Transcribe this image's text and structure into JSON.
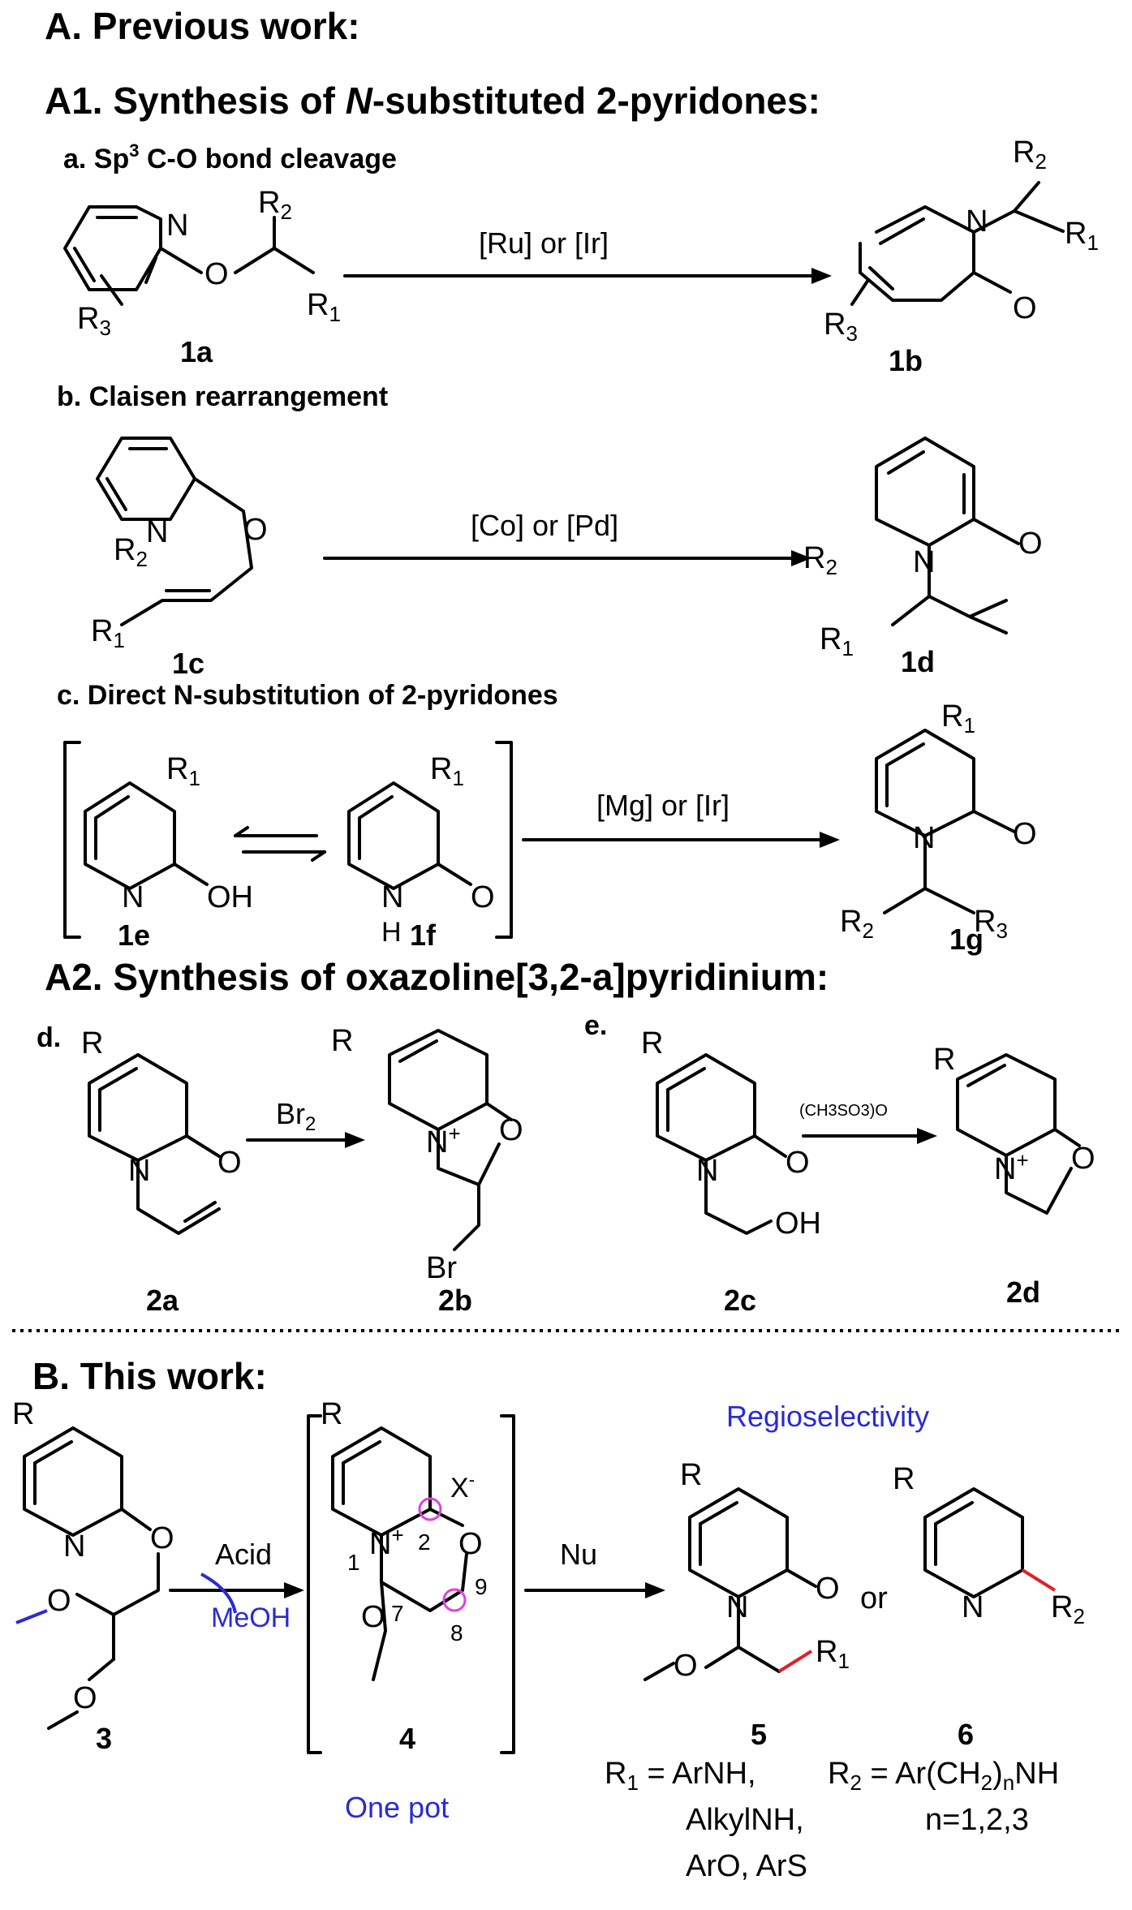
{
  "section_a": {
    "title": "A. Previous work:",
    "a1_title_pre": "A1. Synthesis of ",
    "a1_title_italic": "N",
    "a1_title_post": "-substituted 2-pyridones:",
    "a_label": "a.  Sp",
    "a_label_sup": "3",
    "a_label_post": " C-O bond cleavage",
    "a_reagent": "[Ru] or [Ir]",
    "a_start": "1a",
    "a_product": "1b",
    "b_label": "b.  Claisen rearrangement",
    "b_reagent": "[Co]  or  [Pd]",
    "b_start": "1c",
    "b_product": "1d",
    "c_label": "c.  Direct N-substitution of 2-pyridones",
    "c_reagent": "[Mg] or [Ir]",
    "c_tautomer1": "1e",
    "c_tautomer2": "1f",
    "c_product": "1g",
    "a2_title": "A2. Synthesis of oxazoline[3,2-a]pyridinium:",
    "d_label": "d.",
    "d_reagent": "Br",
    "d_reagent_sub": "2",
    "d_start": "2a",
    "d_product": "2b",
    "e_label": "e.",
    "e_reagent": "(CH3SO3)O",
    "e_start": "2c",
    "e_product": "2d"
  },
  "section_b": {
    "title": "B. This work:",
    "regioselectivity": "Regioselectivity",
    "acid": "Acid",
    "meoh": "MeOH",
    "nu": "Nu",
    "one_pot": "One pot",
    "or": "or",
    "start": "3",
    "intermediate": "4",
    "product5": "5",
    "product6": "6",
    "r1_def_1": "R",
    "r1_def_1_sub": "1",
    "r1_def_1_post": " = ArNH,",
    "r1_def_2": "AlkylNH,",
    "r1_def_3": "ArO, ArS",
    "r2_def_1": "R",
    "r2_def_1_sub": "2",
    "r2_def_1_mid": " = Ar(CH",
    "r2_def_1_sub2": "2",
    "r2_def_1_mid2": ")",
    "r2_def_1_sub3": "n",
    "r2_def_1_post": "NH",
    "r2_def_2": "n=1,2,3",
    "ring_numbers": [
      "1",
      "2",
      "7",
      "8",
      "9"
    ],
    "counterion": "X",
    "counterion_sup": "-"
  },
  "atoms": {
    "N": "N",
    "O": "O",
    "OH": "OH",
    "H": "H",
    "Br": "Br",
    "R": "R",
    "R1": "R",
    "R1_sub": "1",
    "R2": "R",
    "R2_sub": "2",
    "R3": "R",
    "R3_sub": "3",
    "plus": "+"
  },
  "colors": {
    "accent_blue": "#2a2ad6",
    "highlight_magenta": "#e040e0",
    "bond_red": "#e0202a"
  }
}
